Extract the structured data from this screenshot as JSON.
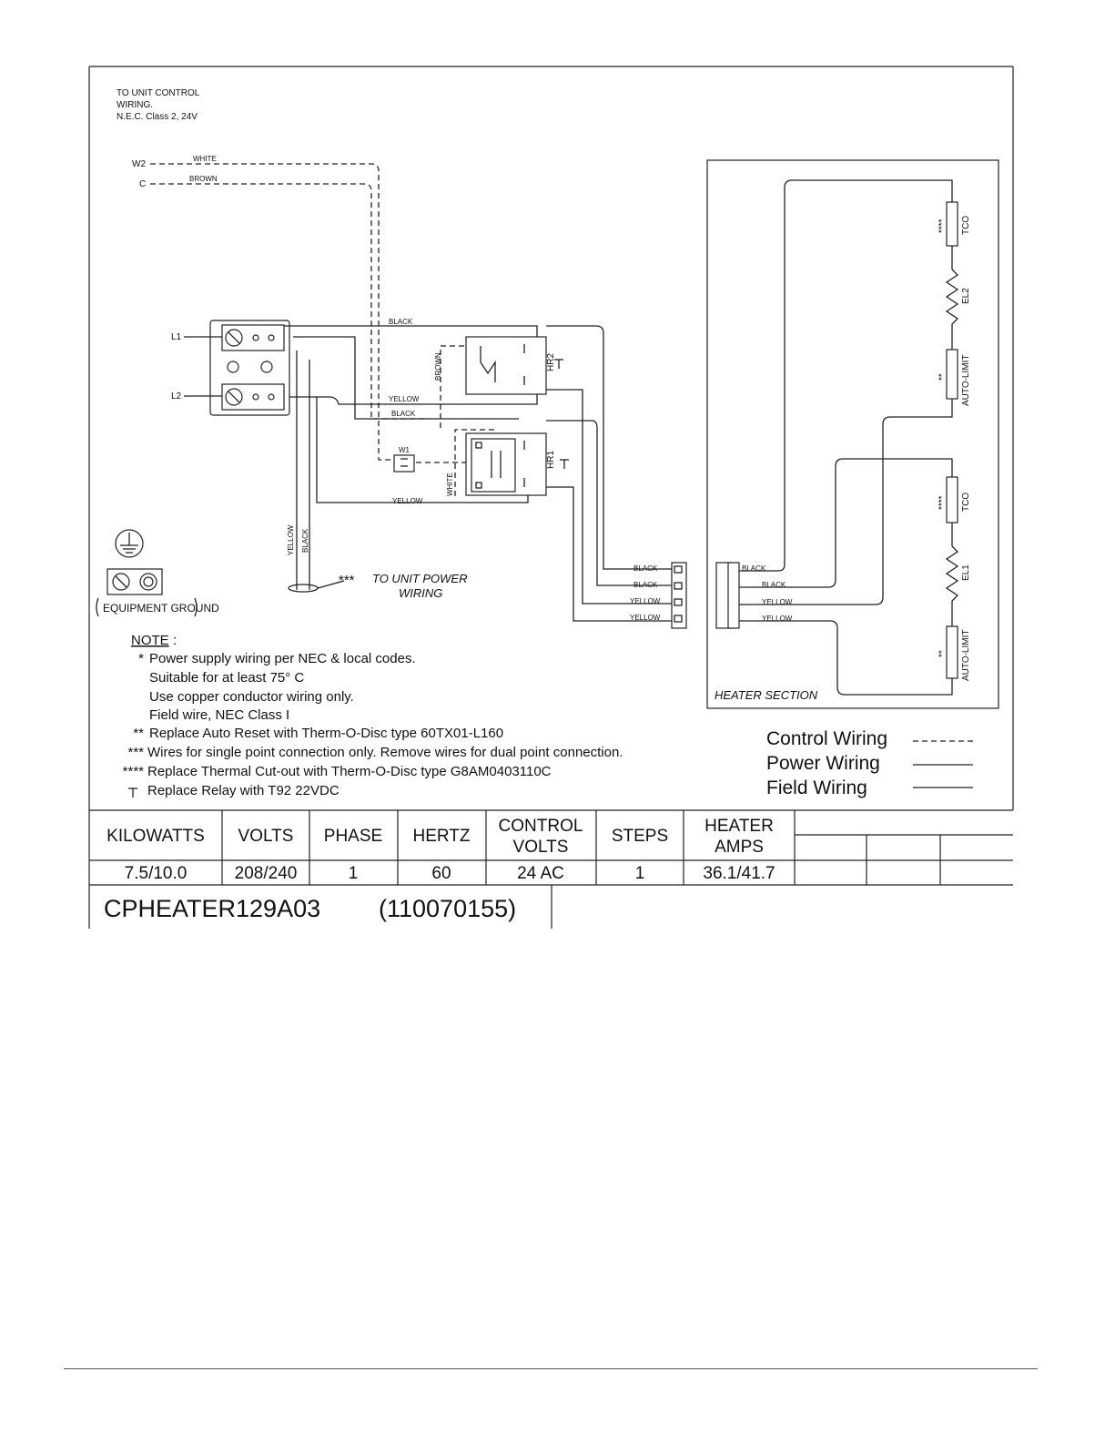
{
  "control_note": {
    "line1": "TO UNIT CONTROL",
    "line2": "WIRING.",
    "line3": "N.E.C. Class 2, 24V"
  },
  "terminals": {
    "w2": "W2",
    "c": "C",
    "l1": "L1",
    "l2": "L2"
  },
  "wire_labels": {
    "white": "WHITE",
    "brown": "BROWN",
    "black": "BLACK",
    "yellow": "YELLOW",
    "brown_v": "BROWN",
    "white_v": "WHITE",
    "yellow_v": "YELLOW",
    "black_v": "BLACK"
  },
  "components": {
    "hr2": "HR2",
    "hr1": "HR1",
    "w1": "W1",
    "tco": "TCO",
    "el2": "EL2",
    "el1": "EL1",
    "auto_limit": "AUTO-LIMIT",
    "stars4": "****",
    "stars2": "**"
  },
  "plug_labels": {
    "left": [
      "BLACK",
      "BLACK",
      "YELLOW",
      "YELLOW"
    ],
    "right": [
      "BLACK",
      "BLACK",
      "YELLOW",
      "YELLOW"
    ]
  },
  "unit_power": {
    "stars": "***",
    "line1": "TO UNIT POWER",
    "line2": "WIRING"
  },
  "equipment_ground": "EQUIPMENT GROUND",
  "heater_section": "HEATER SECTION",
  "notes": {
    "heading": "NOTE",
    "colon": ":",
    "items": [
      {
        "mark": "*",
        "text": "Power supply wiring per NEC & local codes."
      },
      {
        "mark": "",
        "text": "Suitable for at least 75° C"
      },
      {
        "mark": "",
        "text": "Use copper conductor wiring only."
      },
      {
        "mark": "",
        "text": "Field wire, NEC Class I"
      },
      {
        "mark": "**",
        "text": "Replace Auto Reset with Therm-O-Disc type 60TX01-L160"
      },
      {
        "mark": "***",
        "text": "Wires for single point connection only. Remove wires for dual point connection."
      },
      {
        "mark": "****",
        "text": "Replace Thermal Cut-out with Therm-O-Disc type G8AM0403110C"
      },
      {
        "mark": "relay-symbol",
        "text": "Replace Relay with T92 22VDC"
      }
    ]
  },
  "legend": [
    {
      "label": "Control Wiring",
      "style": "dashed"
    },
    {
      "label": "Power Wiring",
      "style": "solid"
    },
    {
      "label": "Field Wiring",
      "style": "solid"
    }
  ],
  "table": {
    "headers": [
      [
        "KILOWATTS"
      ],
      [
        "VOLTS"
      ],
      [
        "PHASE"
      ],
      [
        "HERTZ"
      ],
      [
        "CONTROL",
        "VOLTS"
      ],
      [
        "STEPS"
      ],
      [
        "HEATER",
        "AMPS"
      ]
    ],
    "row": [
      "7.5/10.0",
      "208/240",
      "1",
      "60",
      "24 AC",
      "1",
      "36.1/41.7"
    ]
  },
  "model": {
    "code": "CPHEATER129A03",
    "part": "(110070155)"
  },
  "colors": {
    "line": "#222222",
    "background": "#ffffff"
  }
}
